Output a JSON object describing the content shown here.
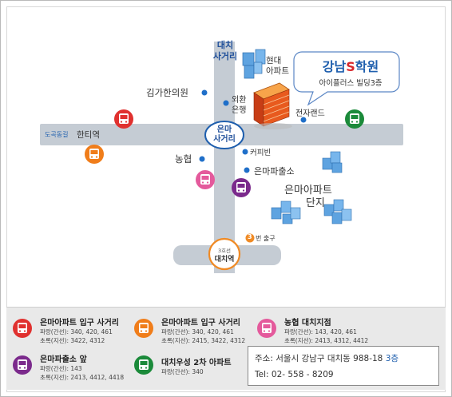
{
  "colors": {
    "road": "#c5ccd4",
    "bus_red": "#e0312f",
    "bus_orange": "#f07d1a",
    "bus_pink": "#e45a9c",
    "bus_purple": "#7b2a8c",
    "bus_green": "#1b8a3a",
    "accent_blue": "#1f5fae",
    "academy_red": "#d8262b"
  },
  "map": {
    "intersection_top_label": "대치\n사거리",
    "intersection_top_line1": "대치",
    "intersection_top_line2": "사거리",
    "hyundai_apt_line1": "현대",
    "hyundai_apt_line2": "아파트",
    "kim_clinic": "김가한의원",
    "exchange_bank_line1": "외환",
    "exchange_bank_line2": "은행",
    "electronics_land": "전자랜드",
    "center_intersection_line1": "은마",
    "center_intersection_line2": "사거리",
    "dogok_dong": "도곡동길",
    "hanti_station": "한티역",
    "coffee_bean": "커피빈",
    "nonghyup": "농협",
    "eunma_police": "은마파출소",
    "eunma_complex_line1": "은마아파트",
    "eunma_complex_line2": "단지",
    "exit_number": "3",
    "exit_label": "번 출구",
    "station_line": "3호선",
    "station_name": "대치역"
  },
  "academy": {
    "name_prefix": "강남",
    "name_highlight": "S",
    "name_suffix": "학원",
    "building": "아이플러스 빌딩3층"
  },
  "legend": [
    {
      "icon": "bus-icon",
      "color": "#e0312f",
      "title": "은마아파트 입구 사거리",
      "line1": "파랑(간선): 340, 420, 461",
      "line2": "초록(지선): 3422, 4312"
    },
    {
      "icon": "bus-icon",
      "color": "#f07d1a",
      "title": "은마아파트 입구 사거리",
      "line1": "파랑(간선): 340, 420, 461",
      "line2": "초록(지선): 2415, 3422, 4312"
    },
    {
      "icon": "bus-icon",
      "color": "#e45a9c",
      "title": "농협 대치지점",
      "line1": "파랑(간선): 143, 420, 461",
      "line2": "초록(지선): 2413, 4312, 4412"
    },
    {
      "icon": "bus-icon",
      "color": "#7b2a8c",
      "title": "은마파출소 앞",
      "line1": "파랑(간선): 143",
      "line2": "초록(지선): 2413, 4412, 4418"
    },
    {
      "icon": "bus-icon",
      "color": "#1b8a3a",
      "title": "대치우성 2차 아파트",
      "line1": "파랑(간선): 340",
      "line2": ""
    }
  ],
  "address": {
    "addr_prefix": "주소: 서울시 강남구 대치동 988-18 ",
    "addr_floor": "3층",
    "tel": "Tel:  02- 558 - 8209"
  }
}
